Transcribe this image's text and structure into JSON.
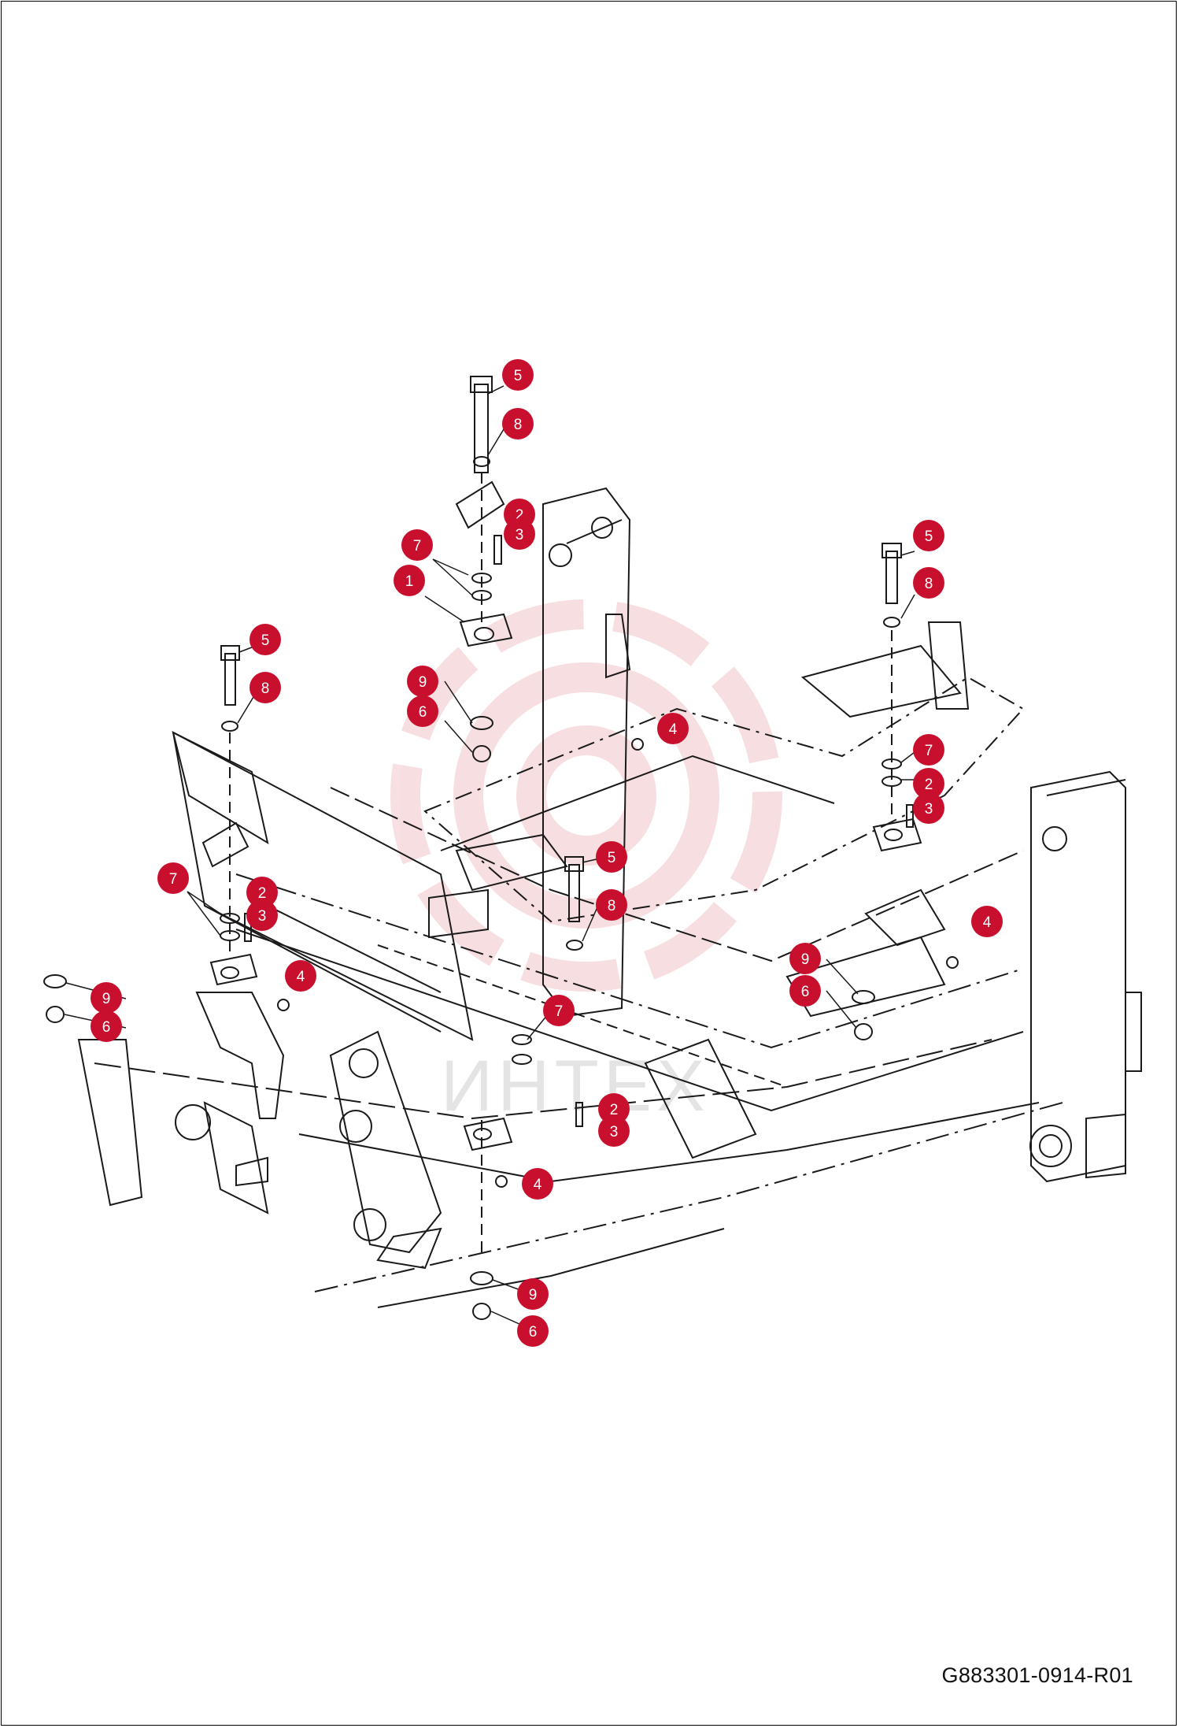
{
  "document": {
    "number": "G883301-0914-R01",
    "watermark": "ИНТЕХ"
  },
  "colors": {
    "callout": "#c8102e",
    "line": "#1a1a1a",
    "watermark": "#f2c4c8"
  },
  "callouts": [
    {
      "label": "5"
    },
    {
      "label": "8"
    },
    {
      "label": "2"
    },
    {
      "label": "3"
    },
    {
      "label": "7"
    },
    {
      "label": "1"
    },
    {
      "label": "5"
    },
    {
      "label": "8"
    },
    {
      "label": "5"
    },
    {
      "label": "8"
    },
    {
      "label": "9"
    },
    {
      "label": "6"
    },
    {
      "label": "4"
    },
    {
      "label": "7"
    },
    {
      "label": "2"
    },
    {
      "label": "3"
    },
    {
      "label": "5"
    },
    {
      "label": "8"
    },
    {
      "label": "7"
    },
    {
      "label": "2"
    },
    {
      "label": "3"
    },
    {
      "label": "4"
    },
    {
      "label": "9"
    },
    {
      "label": "6"
    },
    {
      "label": "4"
    },
    {
      "label": "9"
    },
    {
      "label": "6"
    },
    {
      "label": "7"
    },
    {
      "label": "2"
    },
    {
      "label": "3"
    },
    {
      "label": "4"
    },
    {
      "label": "9"
    },
    {
      "label": "6"
    }
  ]
}
